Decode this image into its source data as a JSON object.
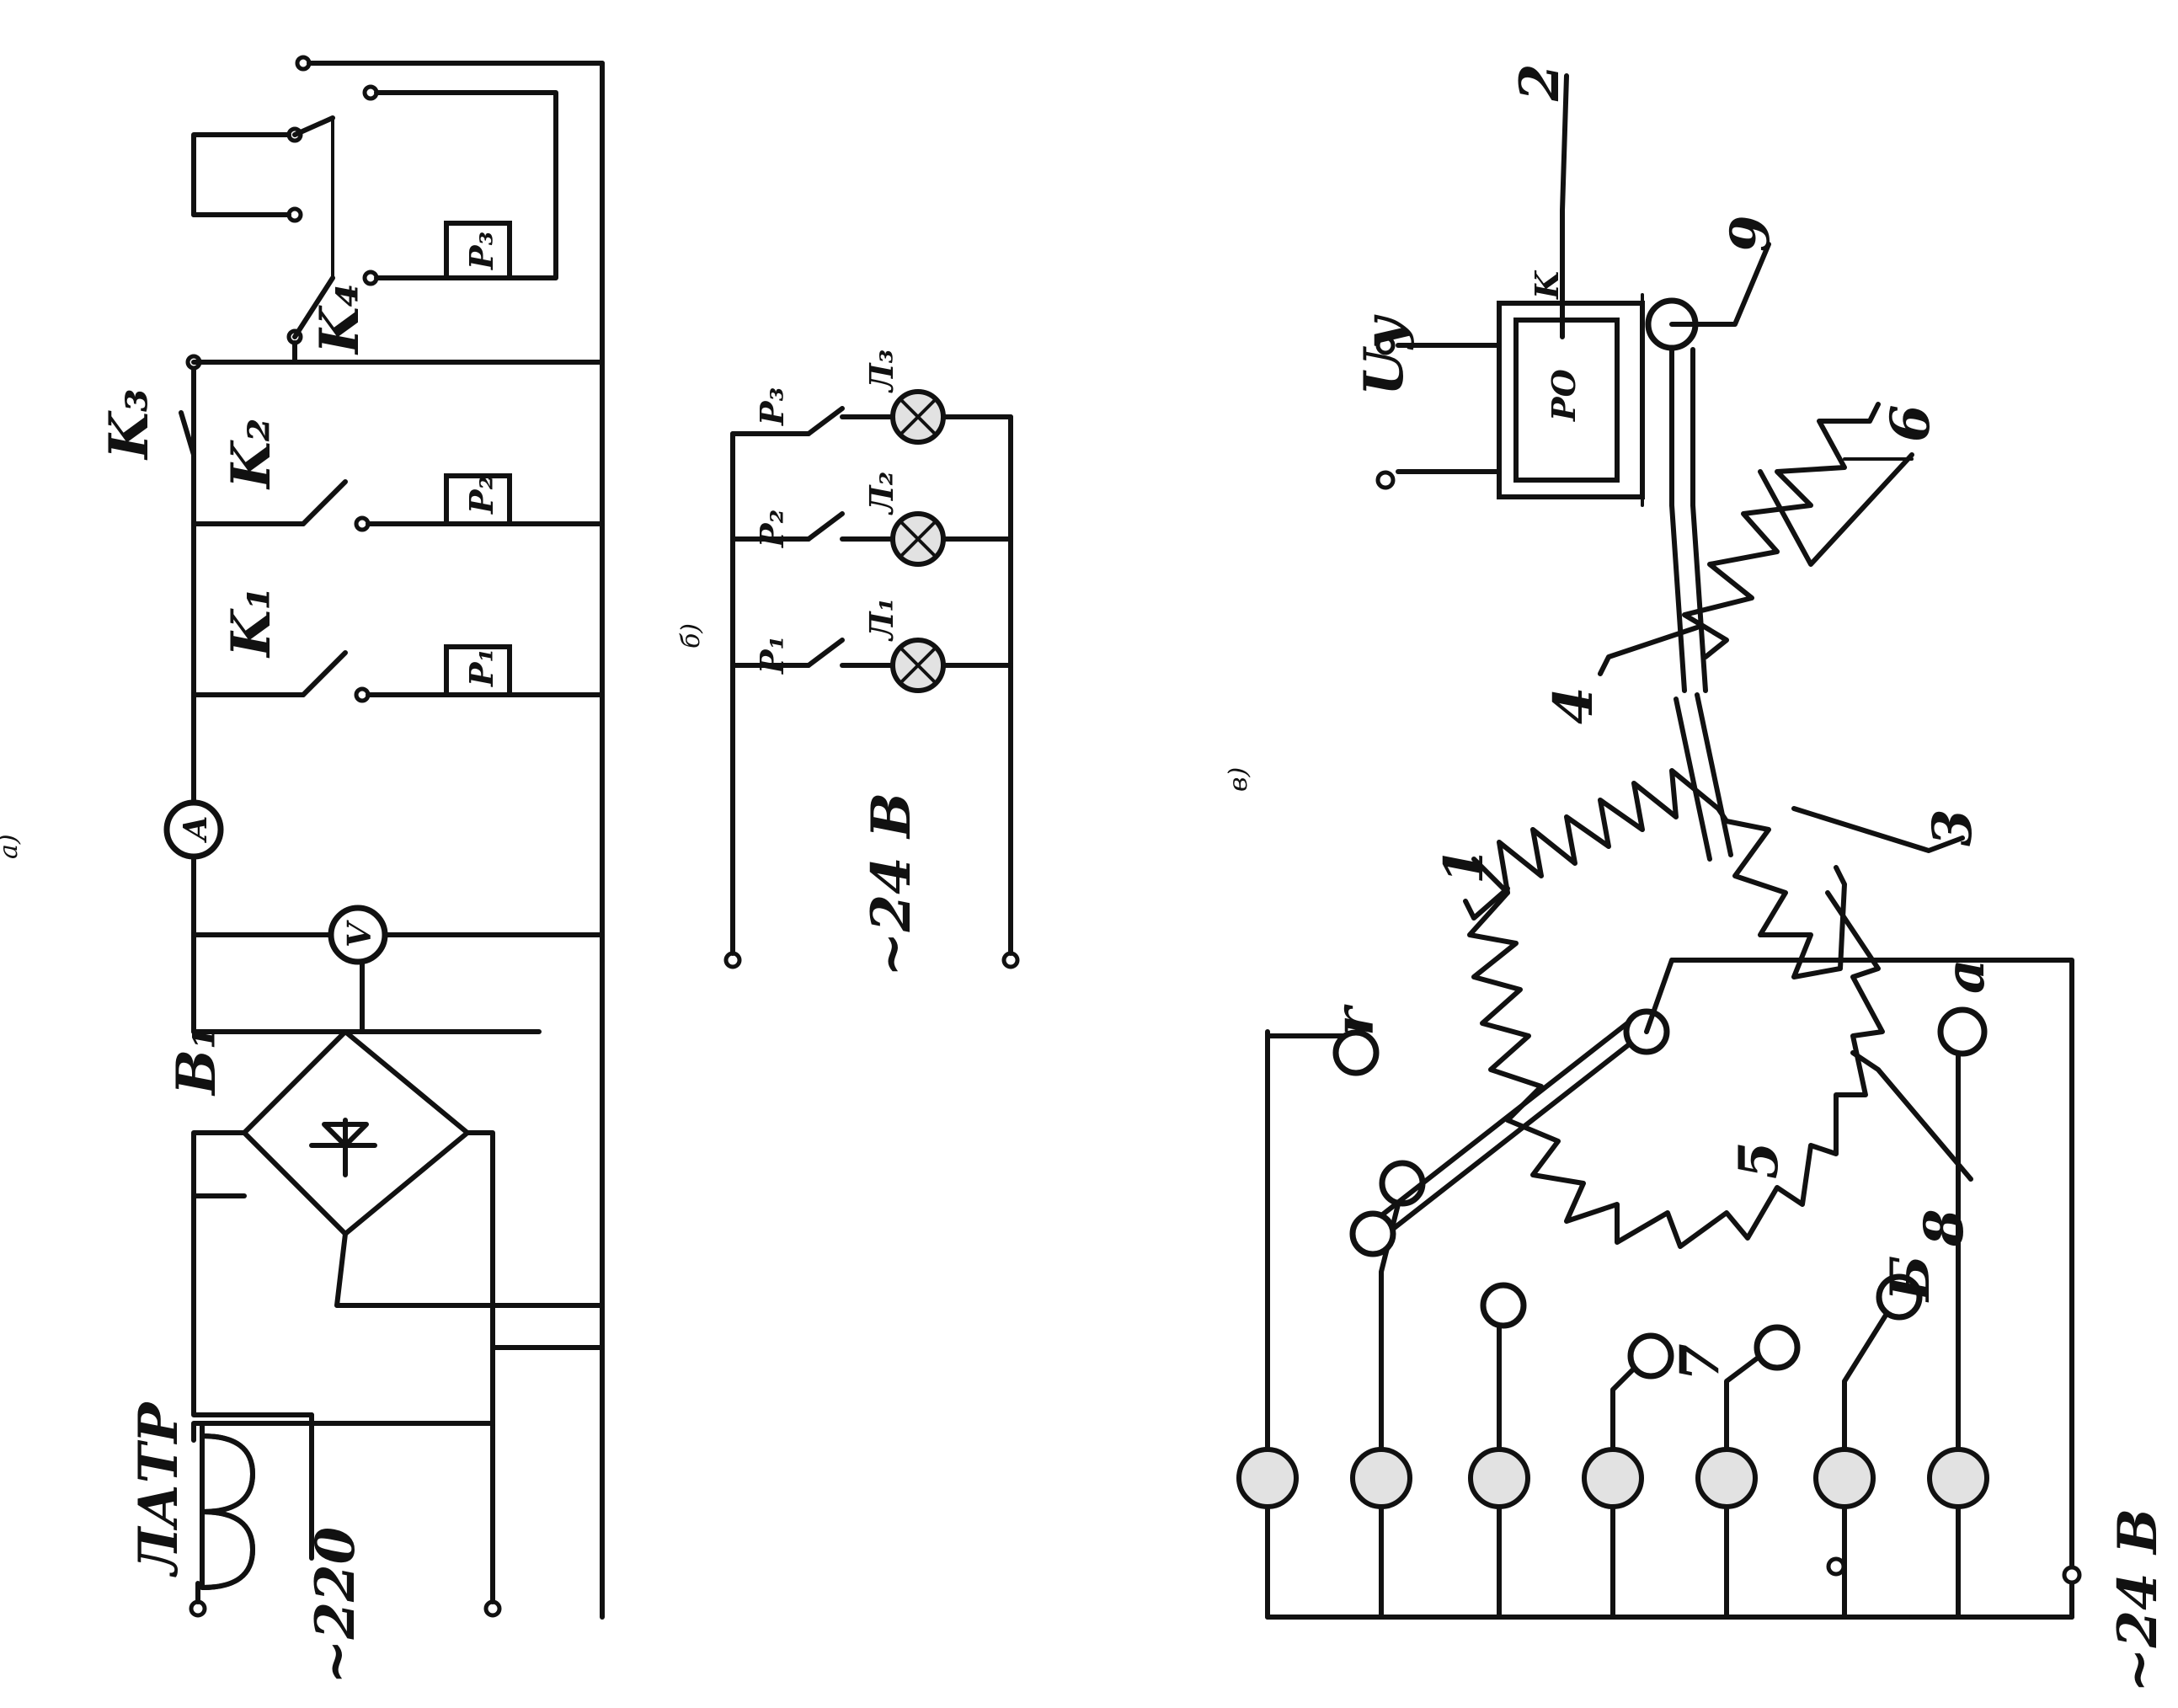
{
  "labels": {
    "latr": "ЛАТР",
    "v220": "~220",
    "bridge": "B₁",
    "fig_a": "а)",
    "fig_b": "б)",
    "fig_c": "в)",
    "ammeter": "A",
    "voltmeter": "V",
    "k1": "K₁",
    "k2": "K₂",
    "k3": "K₃",
    "k4": "K₄",
    "r1": "P₁",
    "r2": "P₂",
    "r3": "P₃",
    "b_r1": "P₁",
    "b_r2": "P₂",
    "b_r3": "P₃",
    "b_l1": "Л₁",
    "b_l2": "Л₂",
    "b_l3": "Л₃",
    "b_v24": "~24 В",
    "c_v24": "~24 В",
    "c_uy": "Uу",
    "c_po": "PO",
    "c_k": "K",
    "c_n1": "1",
    "c_n2": "2",
    "c_n3": "3",
    "c_n4": "4",
    "c_n5": "5",
    "c_n6": "6",
    "c_n7": "7",
    "c_n8": "8",
    "c_n9": "9",
    "c_a": "a",
    "c_b": "Б",
    "c_r": "r"
  }
}
